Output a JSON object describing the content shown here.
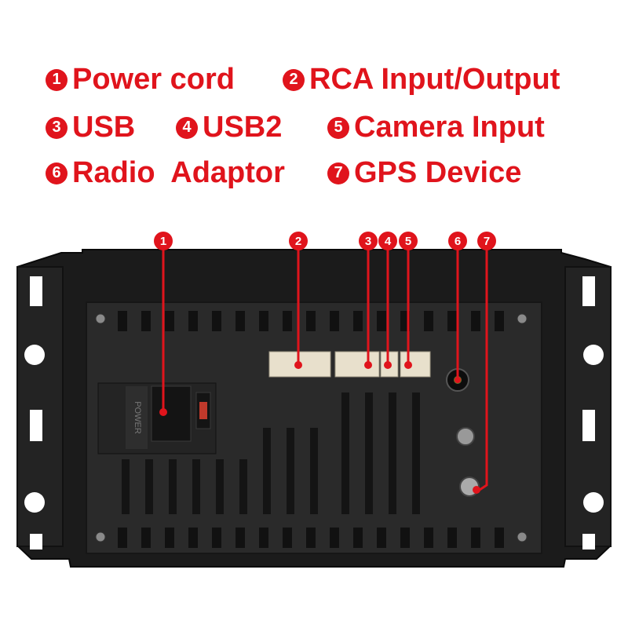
{
  "legend": [
    {
      "number": "1",
      "label": "Power cord"
    },
    {
      "number": "2",
      "label": "RCA Input/Output"
    },
    {
      "number": "3",
      "label": "USB"
    },
    {
      "number": "4",
      "label": "USB2"
    },
    {
      "number": "5",
      "label": "Camera Input"
    },
    {
      "number": "6",
      "label": "Radio  Adaptor"
    },
    {
      "number": "7",
      "label": "GPS Device"
    }
  ],
  "markers": [
    "1",
    "2",
    "3",
    "4",
    "5",
    "6",
    "7"
  ],
  "sticker_text": "POWER",
  "colors": {
    "accent": "#e0141c",
    "housing": "#1b1b1b",
    "panel": "#2a2a2a",
    "connector": "#e8e0cc"
  }
}
